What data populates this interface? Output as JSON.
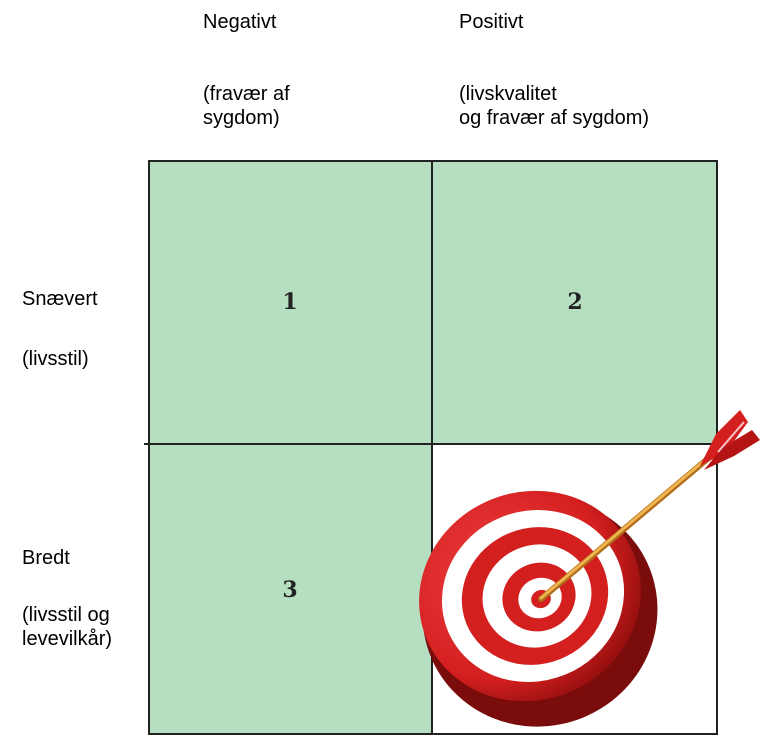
{
  "columns": {
    "negative": {
      "title": "Negativt",
      "subtitle": "(fravær  af\nsygdom)"
    },
    "positive": {
      "title": "Positivt",
      "subtitle": "(livskvalitet\nog fravær  af sygdom)"
    }
  },
  "rows": {
    "narrow": {
      "title": "Snævert",
      "subtitle": "(livsstil)"
    },
    "broad": {
      "title": "Bredt",
      "subtitle": "(livsstil og\nlevevilkår)"
    }
  },
  "cells": {
    "c1": {
      "number": "1",
      "fill": "#b5dfc0"
    },
    "c2": {
      "number": "2",
      "fill": "#b5dfc0"
    },
    "c3": {
      "number": "3",
      "fill": "#b5dfc0"
    },
    "c4": {
      "number": "",
      "fill": "#ffffff"
    }
  },
  "colors": {
    "grid_line": "#222222",
    "target_red": "#d41f1f",
    "target_white": "#ffffff",
    "arrow_shaft": "#e3a23a"
  },
  "icons": [
    "target-icon",
    "arrow-icon"
  ]
}
